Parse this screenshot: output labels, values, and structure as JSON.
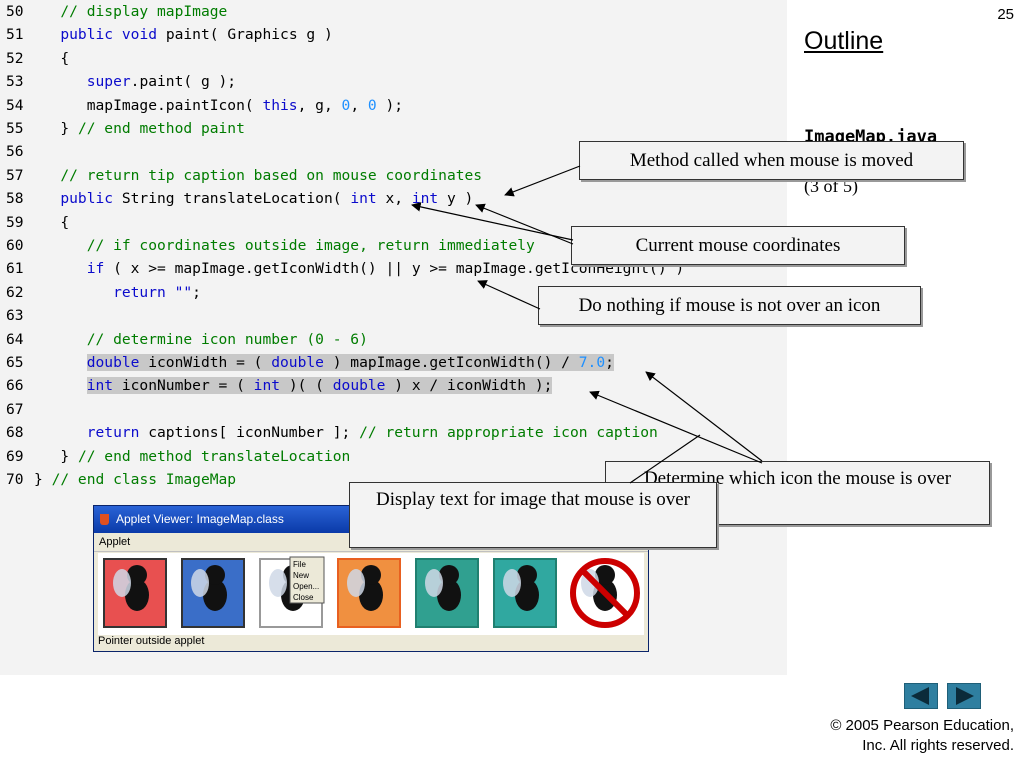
{
  "slide": {
    "page_number": "25",
    "outline_label": "Outline",
    "file_name": "ImageMap.java",
    "part_label": "(3 of 5)",
    "copyright_line1": "© 2005 Pearson Education,",
    "copyright_line2": "Inc.  All rights reserved."
  },
  "code_lines": [
    {
      "num": "50",
      "tokens": [
        {
          "t": "   "
        },
        {
          "t": "// display mapImage",
          "c": "cm"
        }
      ]
    },
    {
      "num": "51",
      "tokens": [
        {
          "t": "   "
        },
        {
          "t": "public",
          "c": "kw"
        },
        {
          "t": " "
        },
        {
          "t": "void",
          "c": "kw"
        },
        {
          "t": " paint( Graphics g )"
        }
      ]
    },
    {
      "num": "52",
      "tokens": [
        {
          "t": "   {"
        }
      ]
    },
    {
      "num": "53",
      "tokens": [
        {
          "t": "      "
        },
        {
          "t": "super",
          "c": "kw"
        },
        {
          "t": ".paint( g );"
        }
      ]
    },
    {
      "num": "54",
      "tokens": [
        {
          "t": "      mapImage.paintIcon( "
        },
        {
          "t": "this",
          "c": "kw"
        },
        {
          "t": ", g, "
        },
        {
          "t": "0",
          "c": "num"
        },
        {
          "t": ", "
        },
        {
          "t": "0",
          "c": "num"
        },
        {
          "t": " );"
        }
      ]
    },
    {
      "num": "55",
      "tokens": [
        {
          "t": "   } "
        },
        {
          "t": "// end method paint",
          "c": "cm"
        }
      ]
    },
    {
      "num": "56",
      "tokens": []
    },
    {
      "num": "57",
      "tokens": [
        {
          "t": "   "
        },
        {
          "t": "// return tip caption based on mouse coordinates",
          "c": "cm"
        }
      ]
    },
    {
      "num": "58",
      "tokens": [
        {
          "t": "   "
        },
        {
          "t": "public",
          "c": "kw"
        },
        {
          "t": " String translateLocation( "
        },
        {
          "t": "int",
          "c": "kw"
        },
        {
          "t": " x, "
        },
        {
          "t": "int",
          "c": "kw"
        },
        {
          "t": " y )"
        }
      ]
    },
    {
      "num": "59",
      "tokens": [
        {
          "t": "   {"
        }
      ]
    },
    {
      "num": "60",
      "tokens": [
        {
          "t": "      "
        },
        {
          "t": "// if coordinates outside image, return immediately",
          "c": "cm"
        }
      ]
    },
    {
      "num": "61",
      "tokens": [
        {
          "t": "      "
        },
        {
          "t": "if",
          "c": "kw"
        },
        {
          "t": " ( x >= mapImage.getIconWidth() || y >= mapImage.getIconHeight() )"
        }
      ]
    },
    {
      "num": "62",
      "tokens": [
        {
          "t": "         "
        },
        {
          "t": "return",
          "c": "kw"
        },
        {
          "t": " "
        },
        {
          "t": "\"\"",
          "c": "kw"
        },
        {
          "t": ";"
        }
      ]
    },
    {
      "num": "63",
      "tokens": []
    },
    {
      "num": "64",
      "tokens": [
        {
          "t": "      "
        },
        {
          "t": "// determine icon number (0 - 6)",
          "c": "cm"
        }
      ]
    },
    {
      "num": "65",
      "hl": true,
      "tokens": [
        {
          "t": "      "
        },
        {
          "t": "double",
          "c": "kw"
        },
        {
          "t": " iconWidth = ( "
        },
        {
          "t": "double",
          "c": "kw"
        },
        {
          "t": " ) mapImage.getIconWidth() / "
        },
        {
          "t": "7.0",
          "c": "num"
        },
        {
          "t": ";"
        }
      ]
    },
    {
      "num": "66",
      "hl": true,
      "tokens": [
        {
          "t": "      "
        },
        {
          "t": "int",
          "c": "kw"
        },
        {
          "t": " iconNumber = ( "
        },
        {
          "t": "int",
          "c": "kw"
        },
        {
          "t": " )( ( "
        },
        {
          "t": "double",
          "c": "kw"
        },
        {
          "t": " ) x / iconWidth );"
        }
      ]
    },
    {
      "num": "67",
      "tokens": []
    },
    {
      "num": "68",
      "tokens": [
        {
          "t": "      "
        },
        {
          "t": "return",
          "c": "kw"
        },
        {
          "t": " captions[ iconNumber ]; "
        },
        {
          "t": "// return appropriate icon caption",
          "c": "cm"
        }
      ]
    },
    {
      "num": "69",
      "tokens": [
        {
          "t": "   } "
        },
        {
          "t": "// end method translateLocation",
          "c": "cm"
        }
      ]
    },
    {
      "num": "70",
      "tokens": [
        {
          "t": "} "
        },
        {
          "t": "// end class ImageMap",
          "c": "cm"
        }
      ]
    }
  ],
  "callouts": {
    "mouse_moved": "Method called when mouse is moved",
    "mouse_coords": "Current mouse coordinates",
    "not_over_icon": "Do nothing if mouse is not over an icon",
    "which_icon": "Determine which icon the mouse is over",
    "display_text": "Display text for image that mouse is over"
  },
  "applet": {
    "title": "Applet Viewer: ImageMap.class",
    "menu": "Applet",
    "status": "Pointer outside applet",
    "menu_items": [
      "File",
      "New",
      "Open...",
      "Close"
    ],
    "icons": [
      "thumbs-down-bug-icon",
      "thumbs-up-bug-icon",
      "mouse-menu-bug-icon",
      "running-bug-icon",
      "book-bug-icon",
      "pencil-bug-icon",
      "no-bugs-icon"
    ]
  },
  "colors": {
    "keyword": "#0b0bcc",
    "comment": "#007c00",
    "number": "#1e90ff",
    "nav_button": "#2f7fa0"
  },
  "nav": {
    "prev_icon": "left-arrow-icon",
    "next_icon": "right-arrow-icon"
  }
}
